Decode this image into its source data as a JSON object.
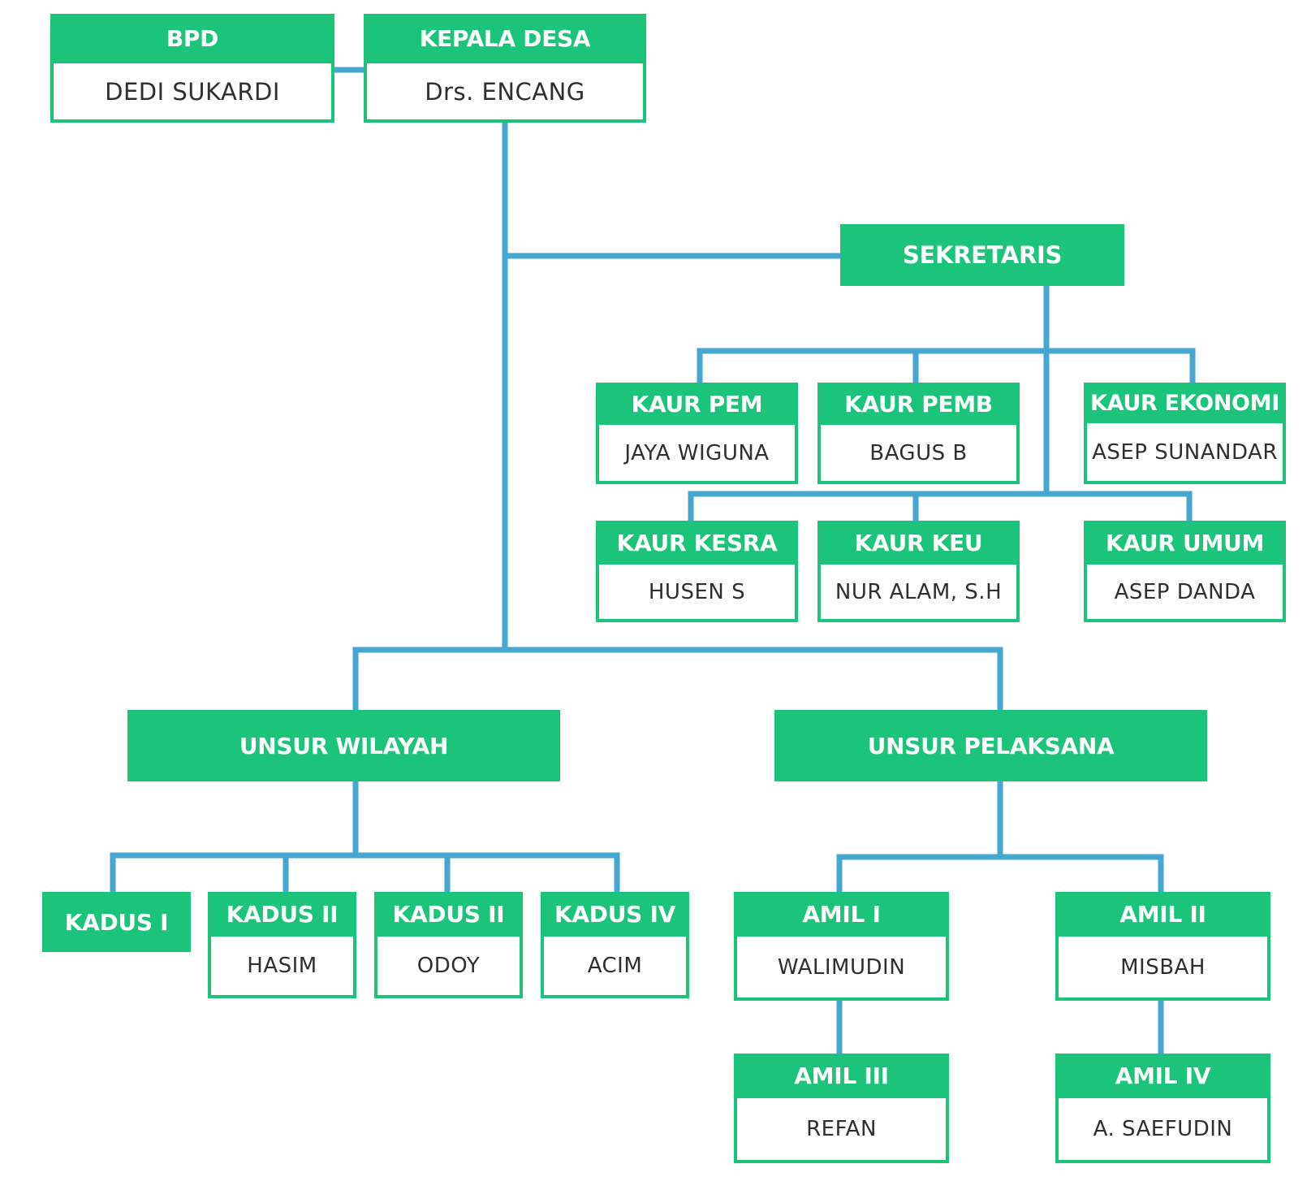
{
  "colors": {
    "box": "#1bc47a",
    "connector": "#45a6cf",
    "text": "#2f2f2f"
  },
  "bpd": {
    "title": "BPD",
    "name": "DEDI SUKARDI"
  },
  "kepala_desa": {
    "title": "KEPALA DESA",
    "name": "Drs. ENCANG"
  },
  "sekretaris": {
    "title": "SEKRETARIS"
  },
  "kaur": [
    {
      "title": "KAUR PEM",
      "name": "JAYA WIGUNA"
    },
    {
      "title": "KAUR PEMB",
      "name": "BAGUS B"
    },
    {
      "title": "KAUR EKONOMI",
      "name": "ASEP SUNANDAR"
    },
    {
      "title": "KAUR KESRA",
      "name": "HUSEN S"
    },
    {
      "title": "KAUR KEU",
      "name": "NUR ALAM, S.H"
    },
    {
      "title": "KAUR UMUM",
      "name": "ASEP DANDA"
    }
  ],
  "unsur_wilayah": {
    "title": "UNSUR WILAYAH"
  },
  "unsur_pelaksana": {
    "title": "UNSUR PELAKSANA"
  },
  "kadus": [
    {
      "title": "KADUS I"
    },
    {
      "title": "KADUS II",
      "name": "HASIM"
    },
    {
      "title": "KADUS II",
      "name": "ODOY"
    },
    {
      "title": "KADUS IV",
      "name": "ACIM"
    }
  ],
  "amil": [
    {
      "title": "AMIL I",
      "name": "WALIMUDIN"
    },
    {
      "title": "AMIL II",
      "name": "MISBAH"
    },
    {
      "title": "AMIL III",
      "name": "REFAN"
    },
    {
      "title": "AMIL IV",
      "name": "A. SAEFUDIN"
    }
  ]
}
